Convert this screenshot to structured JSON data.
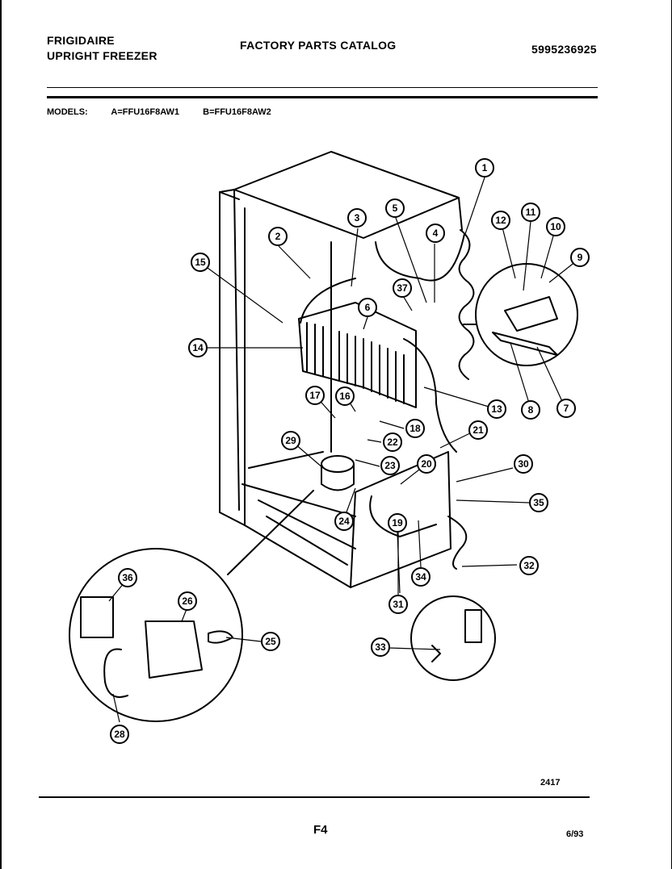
{
  "header": {
    "brand": "FRIGIDAIRE",
    "product": "UPRIGHT FREEZER",
    "catalog_title": "FACTORY PARTS CATALOG",
    "part_number": "5995236925"
  },
  "models": {
    "label": "MODELS:",
    "model_a": "A=FFU16F8AW1",
    "model_b": "B=FFU16F8AW2"
  },
  "callouts": [
    "1",
    "2",
    "3",
    "4",
    "5",
    "6",
    "7",
    "8",
    "9",
    "10",
    "11",
    "12",
    "13",
    "14",
    "15",
    "16",
    "17",
    "18",
    "19",
    "20",
    "21",
    "22",
    "23",
    "24",
    "25",
    "26",
    "28",
    "29",
    "30",
    "31",
    "32",
    "33",
    "34",
    "35",
    "36",
    "37"
  ],
  "footer": {
    "drawing_number": "2417",
    "page": "F4",
    "date": "6/93"
  }
}
